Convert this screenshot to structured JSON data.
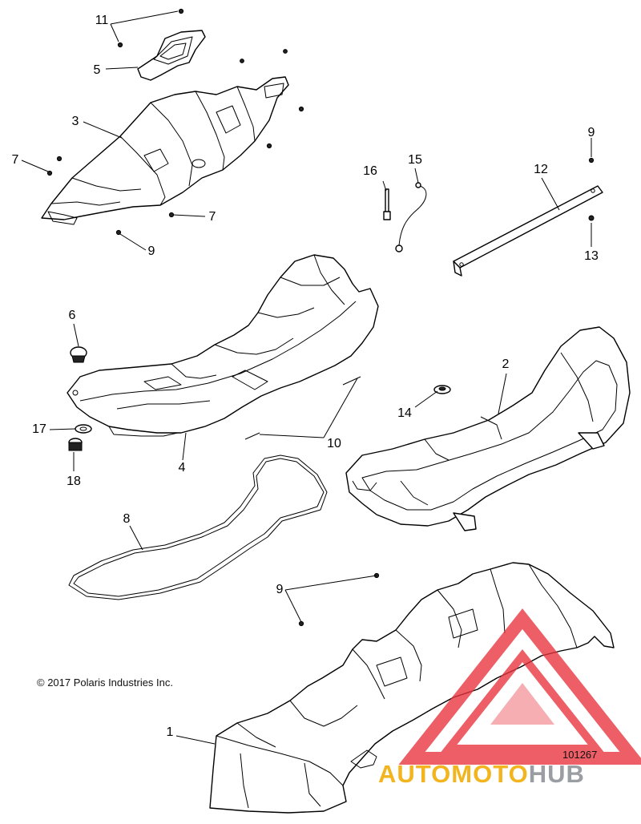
{
  "callouts": [
    {
      "id": "c11",
      "label": "11"
    },
    {
      "id": "c5",
      "label": "5"
    },
    {
      "id": "c3",
      "label": "3"
    },
    {
      "id": "c7a",
      "label": "7"
    },
    {
      "id": "c7b",
      "label": "7"
    },
    {
      "id": "c9a",
      "label": "9"
    },
    {
      "id": "c9b",
      "label": "9"
    },
    {
      "id": "c9c",
      "label": "9"
    },
    {
      "id": "c16",
      "label": "16"
    },
    {
      "id": "c15",
      "label": "15"
    },
    {
      "id": "c12",
      "label": "12"
    },
    {
      "id": "c13",
      "label": "13"
    },
    {
      "id": "c6",
      "label": "6"
    },
    {
      "id": "c2",
      "label": "2"
    },
    {
      "id": "c14",
      "label": "14"
    },
    {
      "id": "c17",
      "label": "17"
    },
    {
      "id": "c10",
      "label": "10"
    },
    {
      "id": "c4",
      "label": "4"
    },
    {
      "id": "c18",
      "label": "18"
    },
    {
      "id": "c8",
      "label": "8"
    },
    {
      "id": "c1",
      "label": "1"
    }
  ],
  "copyright": "© 2017 Polaris Industries Inc.",
  "drawing_id": "101267",
  "watermark": {
    "brand_part1": "AUTO",
    "brand_part2": "MOTO",
    "brand_part3": "HUB",
    "colors": {
      "triangle": "#e8323c",
      "brand_primary": "#f2b51f",
      "brand_secondary": "#9a9ea3"
    }
  }
}
